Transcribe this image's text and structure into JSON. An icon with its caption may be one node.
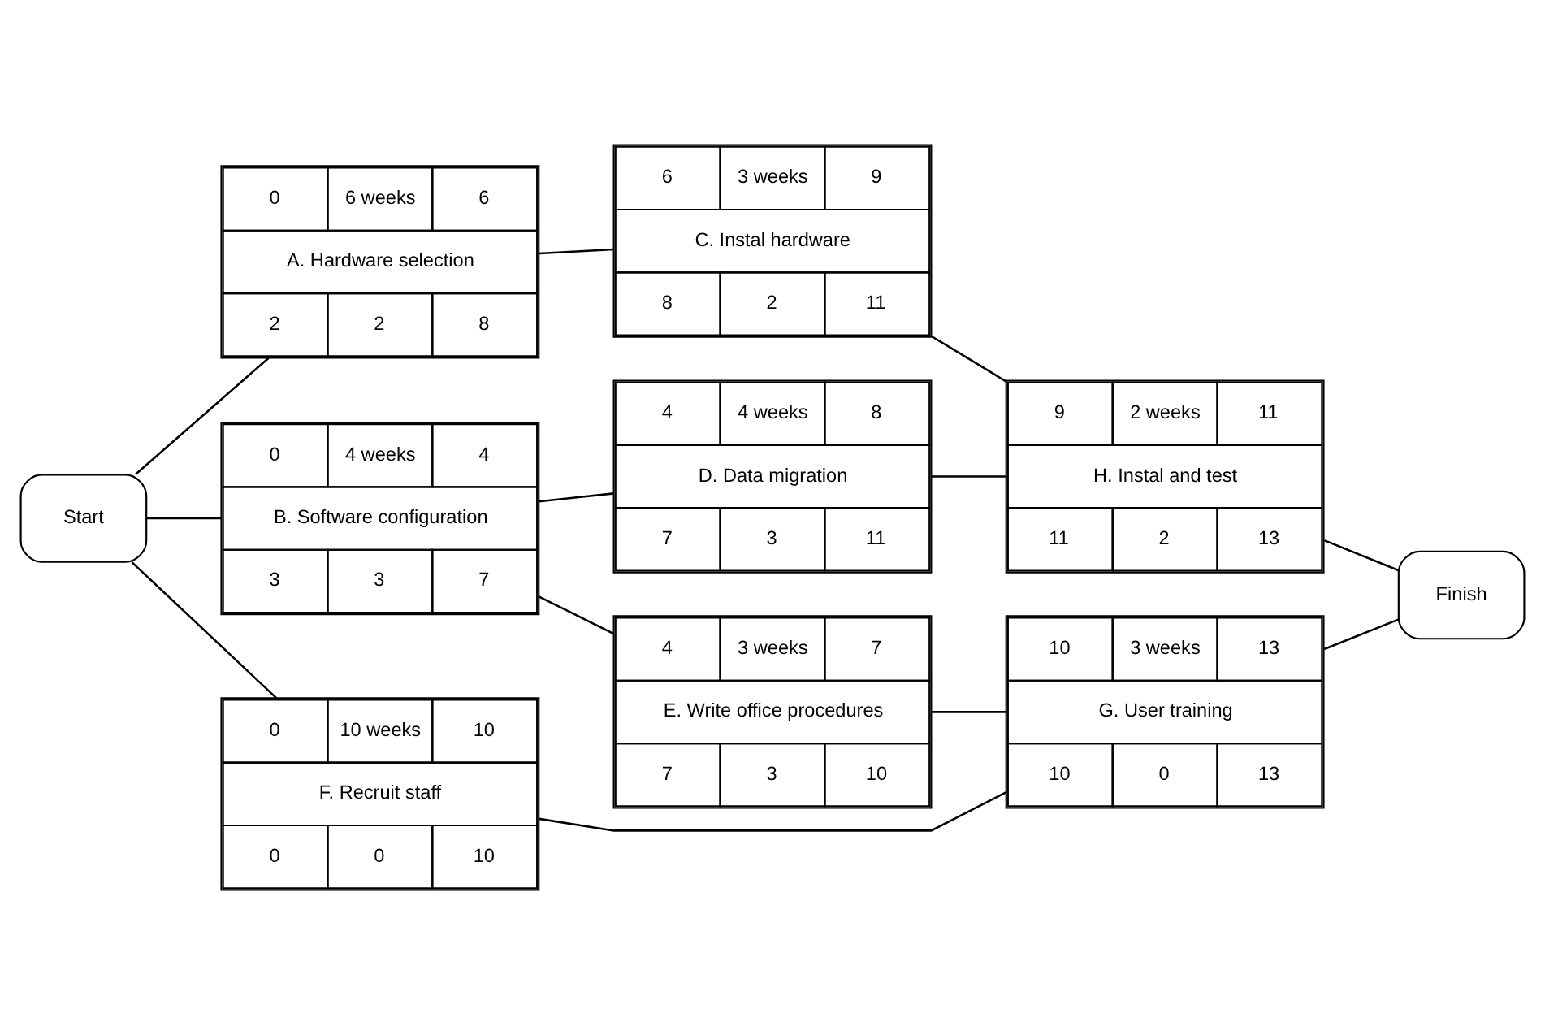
{
  "diagram": {
    "nodes": [
      {
        "text": [
          "Start"
        ]
      },
      {
        "text": [
          "0",
          "6 weeks",
          "6",
          "A. Hardware selection",
          "2",
          "2",
          "8"
        ]
      },
      {
        "text": [
          "0",
          "4 weeks",
          "4",
          "B. Software configuration",
          "3",
          "3",
          "7"
        ]
      },
      {
        "text": [
          "0",
          "10 weeks",
          "10",
          "F. Recruit staff",
          "0",
          "0",
          "10"
        ]
      },
      {
        "text": [
          "6",
          "3 weeks",
          "9",
          "C. Instal hardware",
          "8",
          "2",
          "11"
        ]
      },
      {
        "text": [
          "4",
          "4 weeks",
          "8",
          "D. Data migration",
          "7",
          "3",
          "11"
        ]
      },
      {
        "text": [
          "4",
          "3 weeks",
          "7",
          "E. Write office procedures",
          "7",
          "3",
          "10"
        ]
      },
      {
        "text": [
          "9",
          "2 weeks",
          "11",
          "H. Instal and test",
          "11",
          "2",
          "13"
        ]
      },
      {
        "text": [
          "10",
          "3 weeks",
          "13",
          "G. User training",
          "10",
          "0",
          "13"
        ]
      },
      {
        "text": [
          "Finish"
        ]
      }
    ],
    "edges": [
      {
        "from": 0,
        "to": 1,
        "arrow": "none"
      },
      {
        "from": 0,
        "to": 2,
        "arrow": "none"
      },
      {
        "from": 0,
        "to": 3,
        "arrow": "none"
      },
      {
        "from": 1,
        "to": 4,
        "arrow": "none"
      },
      {
        "from": 2,
        "to": 5,
        "arrow": "none"
      },
      {
        "from": 2,
        "to": 6,
        "arrow": "none"
      },
      {
        "from": 3,
        "to": 8,
        "arrow": "none"
      },
      {
        "from": 4,
        "to": 7,
        "arrow": "none"
      },
      {
        "from": 5,
        "to": 7,
        "arrow": "none"
      },
      {
        "from": 6,
        "to": 8,
        "arrow": "none"
      },
      {
        "from": 7,
        "to": 9,
        "arrow": "none"
      },
      {
        "from": 8,
        "to": 9,
        "arrow": "none"
      }
    ]
  }
}
